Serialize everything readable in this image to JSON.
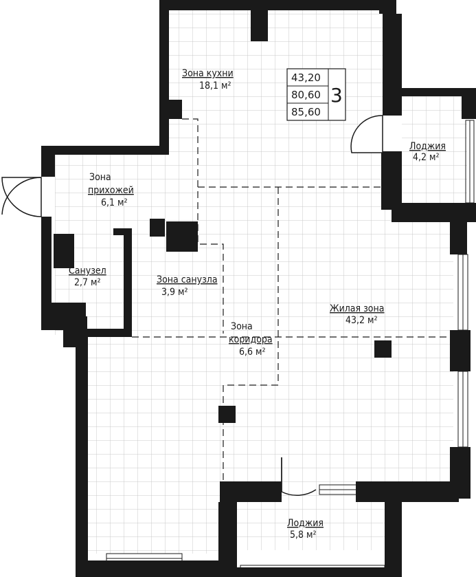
{
  "plan": {
    "rooms": {
      "kitchen": {
        "name": "Зона кухни",
        "area": "18,1 м²"
      },
      "hallway": {
        "name_line1": "Зона",
        "name_line2": "прихожей",
        "area": "6,1 м²"
      },
      "bathroom": {
        "name": "Санузел",
        "area": "2,7 м²"
      },
      "bath_zone": {
        "name": "Зона санузла",
        "area": "3,9 м²"
      },
      "corridor": {
        "name_line1": "Зона",
        "name_line2": "коридора",
        "area": "6,6 м²"
      },
      "living": {
        "name": "Жилая зона",
        "area": "43,2 м²"
      },
      "loggia_right": {
        "name": "Лоджия",
        "area": "4,2 м²"
      },
      "loggia_bottom": {
        "name": "Лоджия",
        "area": "5,8 м²"
      }
    },
    "summary": {
      "living_area": "43,20",
      "total_area": "80,60",
      "total_with_loggia": "85,60",
      "rooms_count": "3"
    },
    "colors": {
      "wall": "#1a1a1a",
      "grid": "#c8c8c8",
      "dash": "#1a1a1a"
    }
  }
}
